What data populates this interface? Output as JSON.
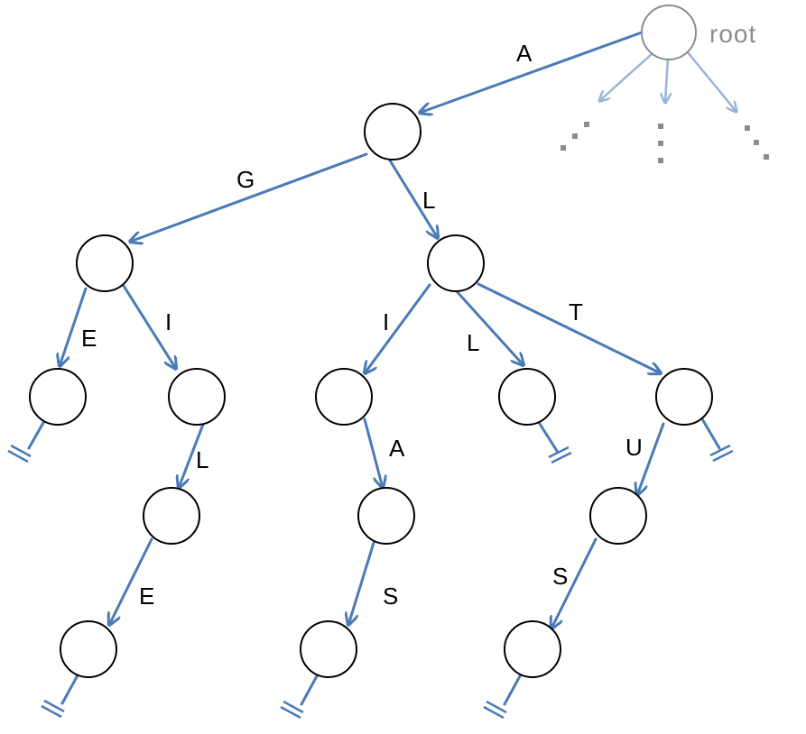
{
  "root_label": "root",
  "edge_labels": {
    "A": "A",
    "G": "G",
    "L": "L",
    "E": "E",
    "I": "I",
    "L2": "L",
    "E2": "E",
    "I2": "I",
    "L3": "L",
    "T": "T",
    "A2": "A",
    "S": "S",
    "U": "U",
    "S2": "S"
  },
  "colors": {
    "edge": "#4a7ab8",
    "edge_faint": "#98b4d6",
    "root_gray": "#8c8c8c",
    "node_stroke": "#000000"
  }
}
